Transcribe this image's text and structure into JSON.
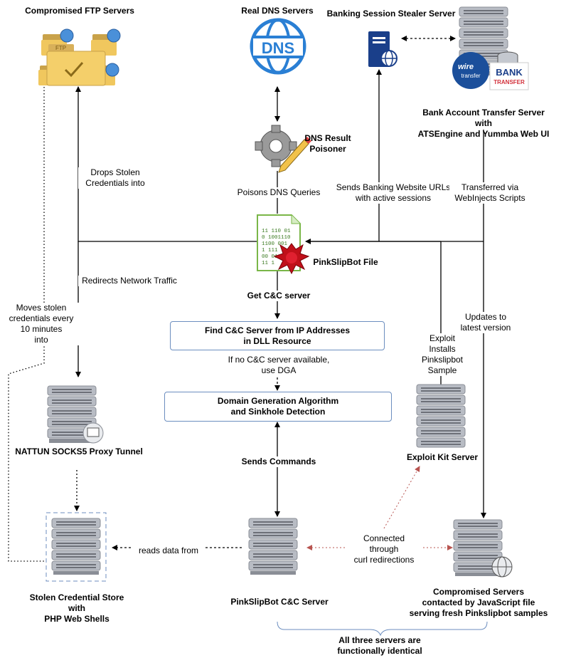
{
  "nodes": {
    "ftp_servers": "Compromised FTP Servers",
    "dns_servers": "Real DNS Servers",
    "banking_stealer": "Banking Session Stealer Server",
    "bank_transfer": "Bank Account Transfer Server\nwith\nATSEngine and Yummba Web UI",
    "dns_poisoner": "DNS Result\nPoisoner",
    "pinkslipbot_file": "PinkSlipBot File",
    "proxy_tunnel": "NATTUN SOCKS5 Proxy Tunnel",
    "exploit_kit": "Exploit Kit Server",
    "credential_store": "Stolen Credential Store\nwith\nPHP Web Shells",
    "cc_server": "PinkSlipBot C&C Server",
    "compromised_servers": "Compromised Servers\ncontacted by JavaScript file\nserving fresh Pinkslipbot samples"
  },
  "boxes": {
    "find_cc": "Find C&C Server from IP Addresses\nin DLL Resource",
    "dga": "Domain Generation Algorithm\nand Sinkhole Detection"
  },
  "labels": {
    "drops_creds": "Drops Stolen\nCredentials into",
    "poisons_dns": "Poisons DNS Queries",
    "sends_urls": "Sends Banking Website URLs\nwith active sessions",
    "transferred": "Transferred via\nWebInjects Scripts",
    "redirects": "Redirects Network Traffic",
    "moves_creds": "Moves stolen\ncredentials every\n10 minutes\ninto",
    "get_cc": "Get C&C server",
    "no_cc": "If no C&C server available,\nuse DGA",
    "updates": "Updates to\nlatest version",
    "exploit": "Exploit\nInstalls\nPinkslipbot\nSample",
    "sends_commands": "Sends Commands",
    "reads_data": "reads data from",
    "connected": "Connected\nthrough\ncurl redirections",
    "identical": "All three servers are\nfunctionally identical"
  },
  "badges": {
    "dns": "DNS",
    "ftp": "FTP",
    "wire": "wire",
    "transfer": "transfer",
    "bank": "BANK",
    "bank_sub": "TRANSFER"
  },
  "binary_text": [
    "11 110 01",
    "0 1001110",
    "1100 001",
    "1 111",
    "00 01",
    "11 1"
  ],
  "colors": {
    "line": "#000000",
    "dashed_red": "#b85450",
    "box_border": "#6c8ebf",
    "server_fill": "#b8bcc4",
    "server_dark": "#6d7078",
    "dns_blue": "#2a7fd4",
    "ftp_yellow": "#e5b64a",
    "splat_red": "#c0101a"
  },
  "icons": [
    "folder-icon",
    "globe-icon",
    "gear-icon",
    "pencil-icon",
    "server-icon",
    "database-icon",
    "document-icon",
    "splat-icon",
    "monitor-icon"
  ]
}
